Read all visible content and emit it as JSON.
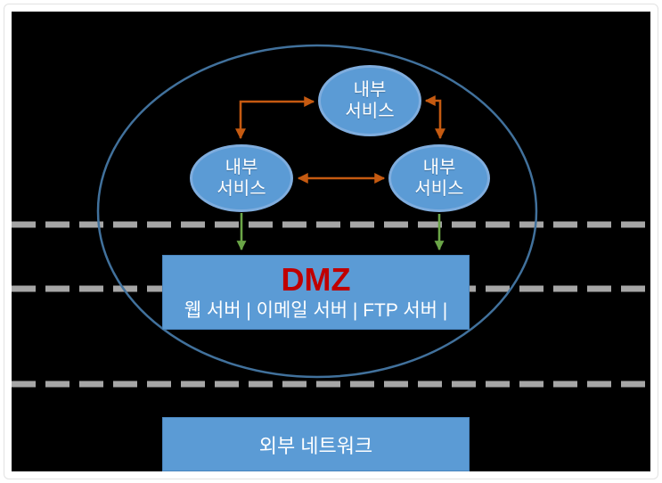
{
  "colors": {
    "canvas_bg": "#000000",
    "frame_border": "#e2e2e2",
    "node_fill": "#5b9bd5",
    "node_border": "#7fadde",
    "box_fill": "#5b9bd5",
    "box_border": "#4a85bd",
    "ellipse_stroke": "#41719c",
    "arrow_orange": "#c55a11",
    "arrow_green": "#6aa547",
    "dash_gray": "#a6a6a6",
    "dmz_title_color": "#c00000",
    "text_white": "#ffffff"
  },
  "diagram": {
    "internal_nodes": [
      {
        "id": "top",
        "label": "내부\n서비스"
      },
      {
        "id": "left",
        "label": "내부\n서비스"
      },
      {
        "id": "right",
        "label": "내부\n서비스"
      }
    ],
    "dmz": {
      "title": "DMZ",
      "services": "웹 서버 | 이메일 서버 | FTP 서버 |"
    },
    "external": {
      "label": "외부 네트워크"
    }
  }
}
